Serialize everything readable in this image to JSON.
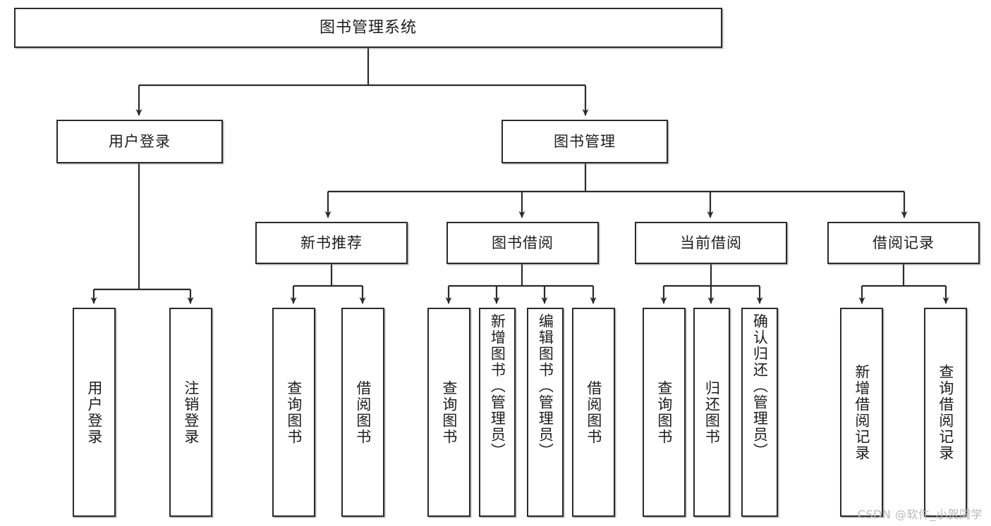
{
  "diagram": {
    "kind": "tree-diagram",
    "title": "图书管理系统",
    "watermark": "CSDN @软件_小贺同学",
    "colors": {
      "box_border": "#2b2b2b",
      "box_fill": "#ffffff",
      "connector": "#2b2b2b",
      "text": "#1d1d1d",
      "watermark": "#b9b9b9",
      "background": "#ffffff"
    }
  },
  "nodes": {
    "root": {
      "label": "图书管理系统"
    },
    "level2": [
      {
        "id": "user-login",
        "label": "用户登录"
      },
      {
        "id": "book-manage",
        "label": "图书管理"
      }
    ],
    "level3": [
      {
        "id": "new-book-recommend",
        "label": "新书推荐"
      },
      {
        "id": "book-borrow",
        "label": "图书借阅"
      },
      {
        "id": "current-borrow",
        "label": "当前借阅"
      },
      {
        "id": "borrow-record",
        "label": "借阅记录"
      }
    ],
    "leaves": [
      {
        "id": "leaf-user-login",
        "label": "用户登录",
        "parent": "user-login"
      },
      {
        "id": "leaf-logout",
        "label": "注销登录",
        "parent": "user-login"
      },
      {
        "id": "leaf-query-book-1",
        "label": "查询图书",
        "parent": "new-book-recommend"
      },
      {
        "id": "leaf-borrow-book-1",
        "label": "借阅图书",
        "parent": "new-book-recommend"
      },
      {
        "id": "leaf-query-book-2",
        "label": "查询图书",
        "parent": "book-borrow"
      },
      {
        "id": "leaf-add-book",
        "label": "新增图书（管理员）",
        "parent": "book-borrow"
      },
      {
        "id": "leaf-edit-book",
        "label": "编辑图书（管理员）",
        "parent": "book-borrow"
      },
      {
        "id": "leaf-borrow-book-2",
        "label": "借阅图书",
        "parent": "book-borrow"
      },
      {
        "id": "leaf-query-book-3",
        "label": "查询图书",
        "parent": "current-borrow"
      },
      {
        "id": "leaf-return-book",
        "label": "归还图书",
        "parent": "current-borrow"
      },
      {
        "id": "leaf-confirm-return",
        "label": "确认归还（管理员）",
        "parent": "current-borrow"
      },
      {
        "id": "leaf-add-borrow-record",
        "label": "新增借阅记录",
        "parent": "borrow-record"
      },
      {
        "id": "leaf-query-borrow-record",
        "label": "查询借阅记录",
        "parent": "borrow-record"
      }
    ]
  }
}
